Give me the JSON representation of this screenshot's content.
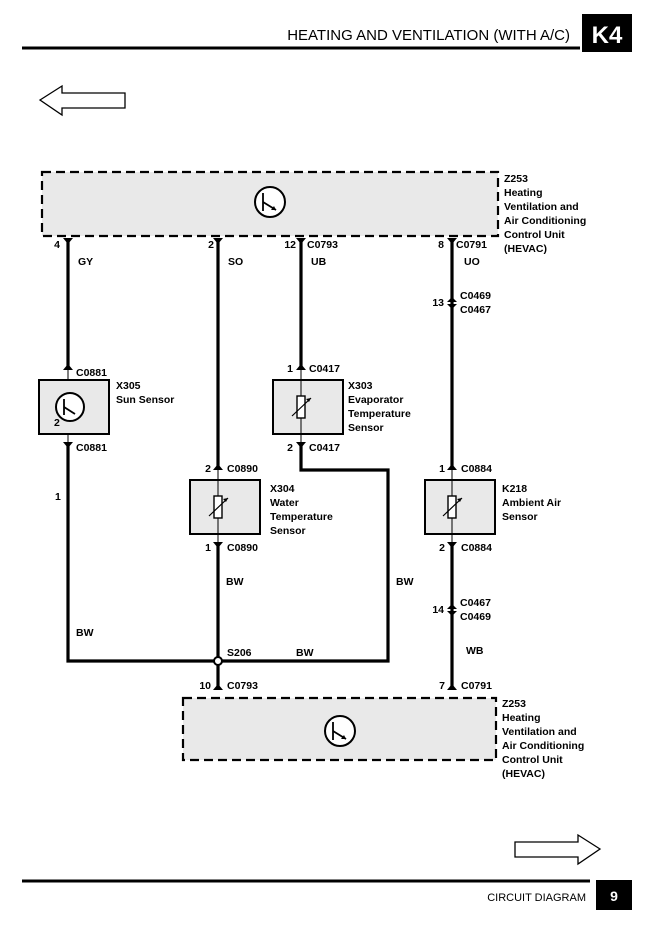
{
  "header": {
    "title": "HEATING AND VENTILATION (WITH A/C)",
    "section": "K4"
  },
  "footer": {
    "label": "CIRCUIT DIAGRAM",
    "page": "9"
  },
  "ecu_top": {
    "id": "Z253",
    "l1": "Heating",
    "l2": "Ventilation and",
    "l3": "Air Conditioning",
    "l4": "Control Unit",
    "l5": "(HEVAC)"
  },
  "ecu_bottom": {
    "id": "Z253",
    "l1": "Heating",
    "l2": "Ventilation and",
    "l3": "Air Conditioning",
    "l4": "Control Unit",
    "l5": "(HEVAC)"
  },
  "pins_top": {
    "p4": "4",
    "p2": "2",
    "p12": "12",
    "c0793": "C0793",
    "p8": "8",
    "c0791": "C0791"
  },
  "wires": {
    "gy": "GY",
    "so": "SO",
    "ub": "UB",
    "uo": "UO",
    "bw1": "BW",
    "bw2": "BW",
    "bw3": "BW",
    "bw4": "BW",
    "wb": "WB",
    "one": "1"
  },
  "sun_sensor": {
    "id": "X305",
    "name": "Sun Sensor",
    "pin": "2",
    "conn_top": "C0881",
    "conn_bottom": "C0881"
  },
  "evap_sensor": {
    "id": "X303",
    "l1": "Evaporator",
    "l2": "Temperature",
    "l3": "Sensor",
    "pin_top": "1",
    "conn_top": "C0417",
    "pin_bottom": "2",
    "conn_bottom": "C0417"
  },
  "water_sensor": {
    "id": "X304",
    "l1": "Water",
    "l2": "Temperature",
    "l3": "Sensor",
    "pin_top": "2",
    "conn_top": "C0890",
    "pin_bottom": "1",
    "conn_bottom": "C0890"
  },
  "ambient_sensor": {
    "id": "K218",
    "l1": "Ambient Air",
    "l2": "Sensor",
    "pin_top": "1",
    "conn_top": "C0884",
    "pin_bottom": "2",
    "conn_bottom": "C0884"
  },
  "inline_top": {
    "pin": "13",
    "c1": "C0469",
    "c2": "C0467"
  },
  "inline_bottom": {
    "pin": "14",
    "c1": "C0467",
    "c2": "C0469"
  },
  "splice": {
    "id": "S206"
  },
  "pins_bottom": {
    "p10": "10",
    "c0793": "C0793",
    "p7": "7",
    "c0791": "C0791"
  }
}
